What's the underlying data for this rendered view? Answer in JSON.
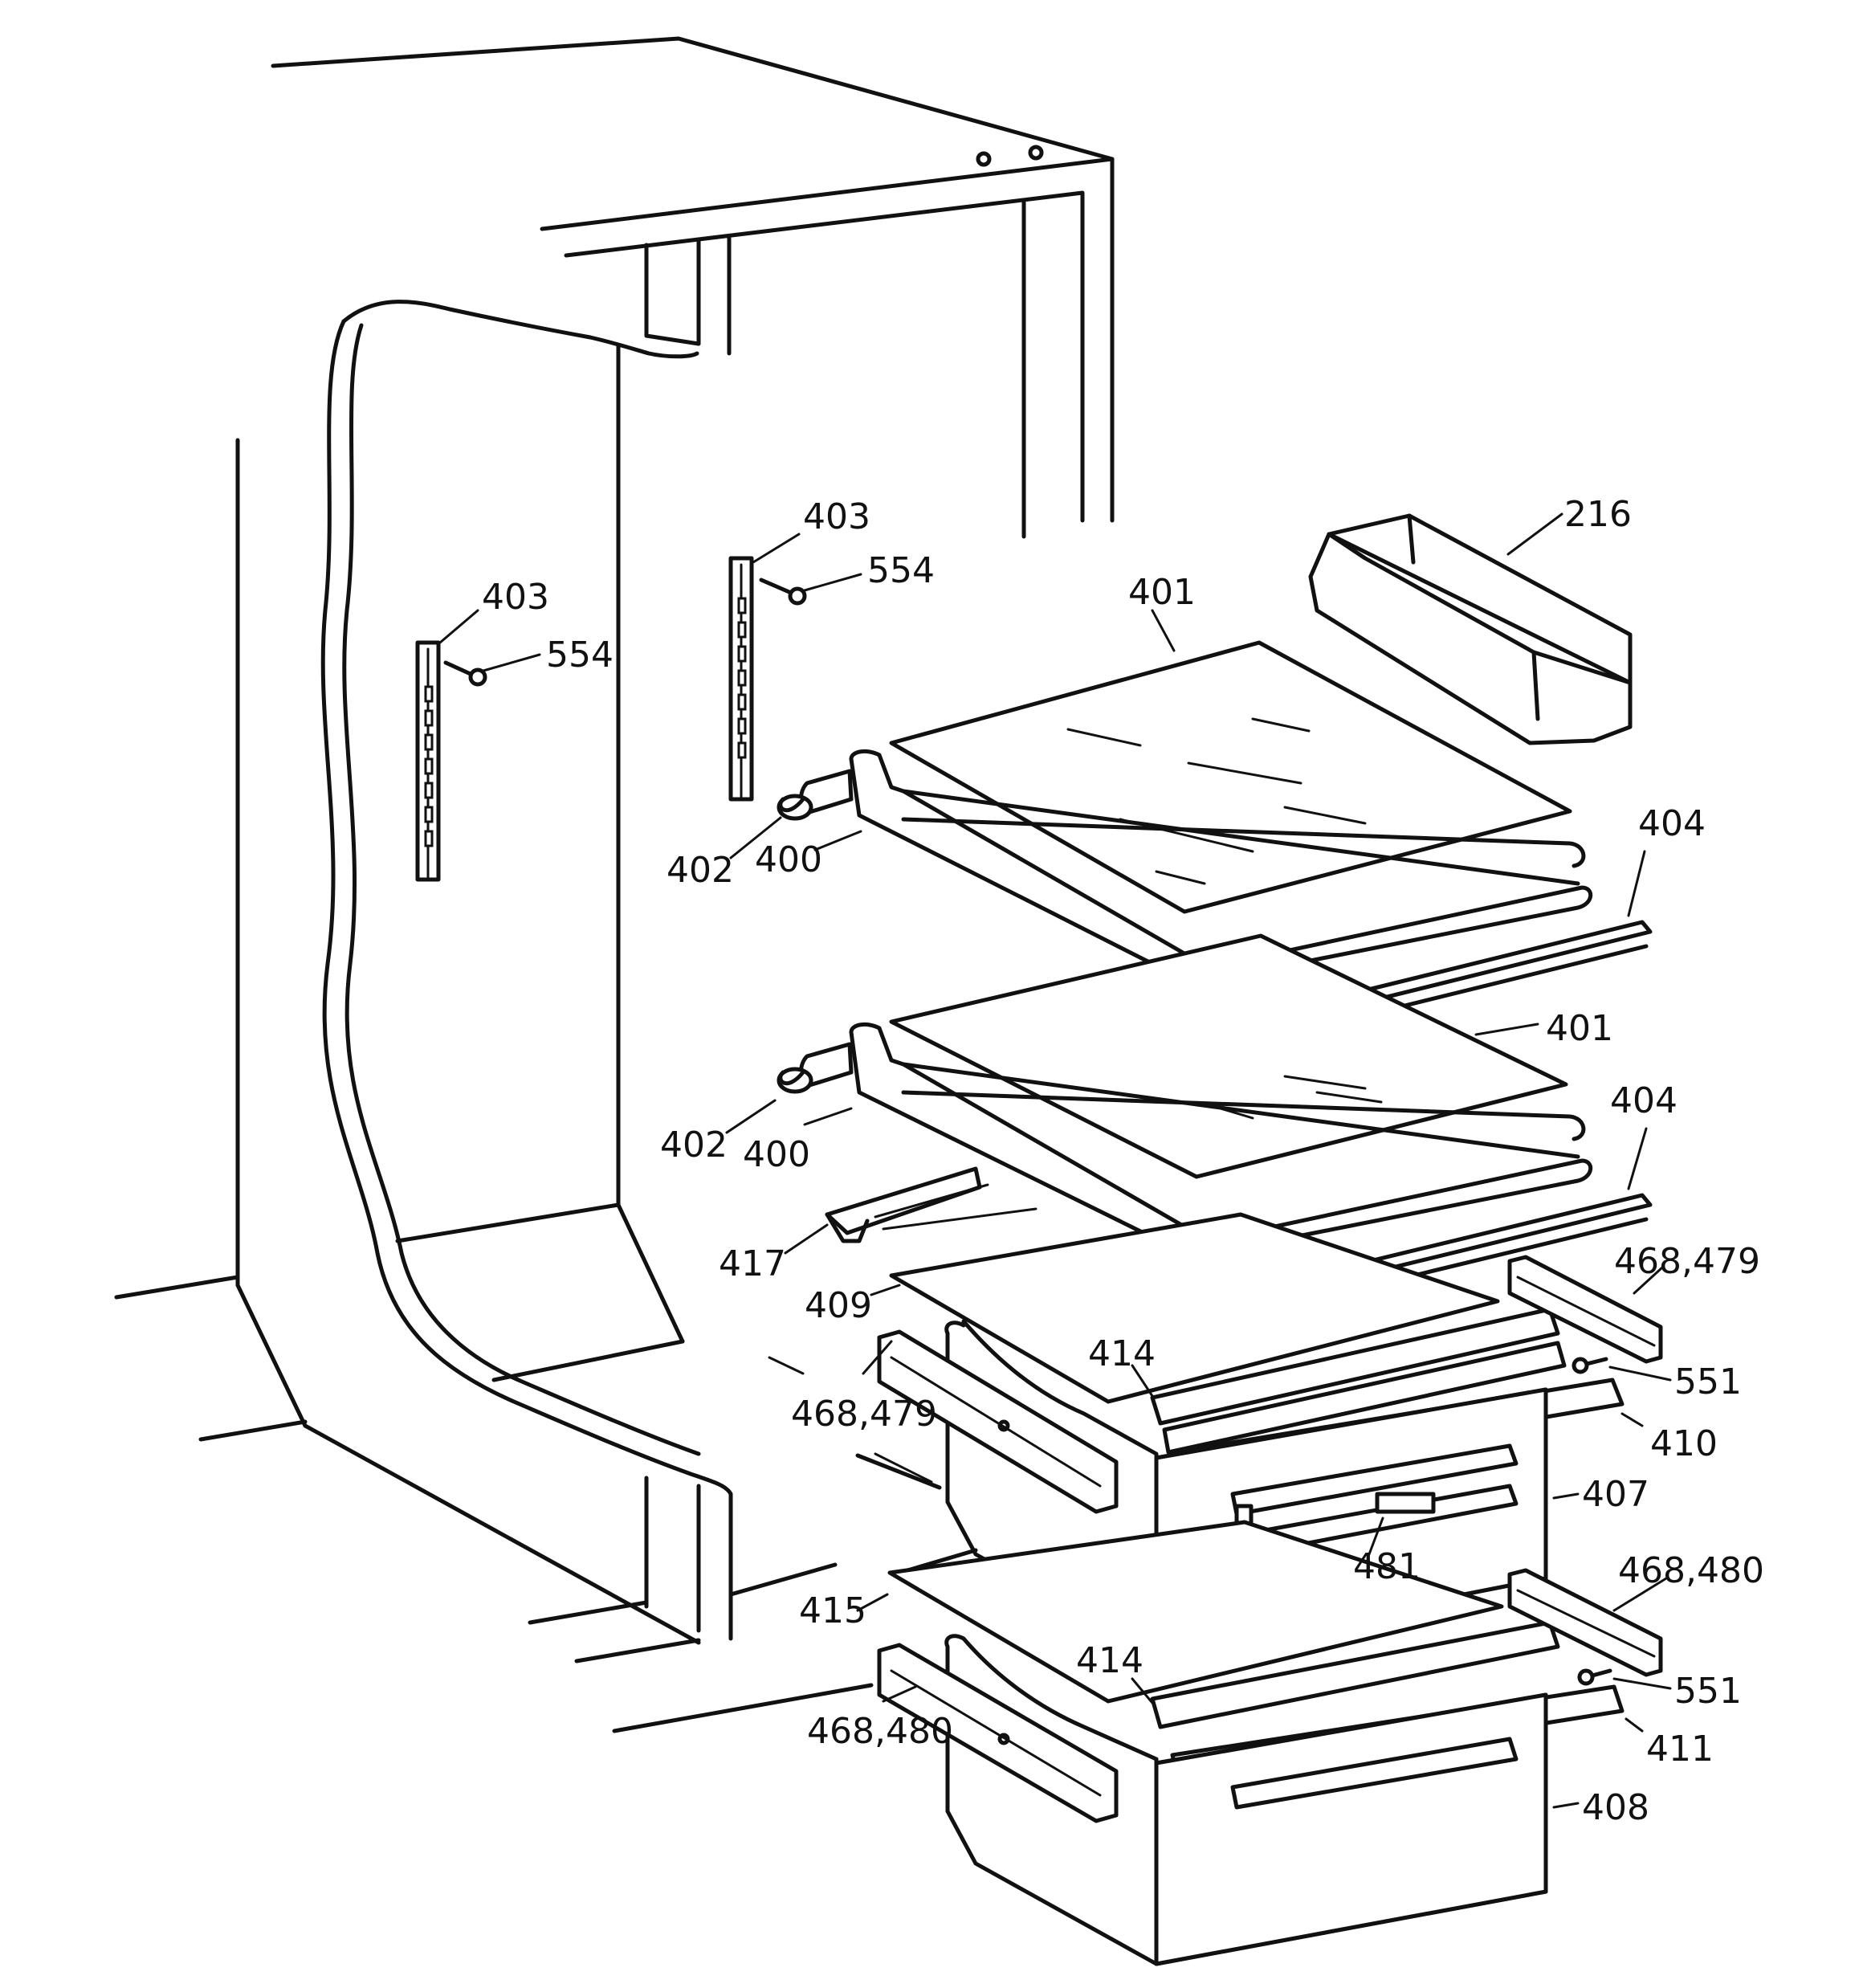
{
  "callouts": {
    "c216": "216",
    "c401a": "401",
    "c401b": "401",
    "c403a": "403",
    "c403b": "403",
    "c554a": "554",
    "c554b": "554",
    "c402a": "402",
    "c402b": "402",
    "c400a": "400",
    "c400b": "400",
    "c404a": "404",
    "c404b": "404",
    "c417": "417",
    "c409": "409",
    "c414a": "414",
    "c414b": "414",
    "c468_479a": "468,479",
    "c468_479b": "468,479",
    "c468_480a": "468,480",
    "c468_480b": "468,480",
    "c551a": "551",
    "c551b": "551",
    "c410": "410",
    "c407": "407",
    "c481": "481",
    "c415": "415",
    "c411": "411",
    "c408": "408"
  }
}
